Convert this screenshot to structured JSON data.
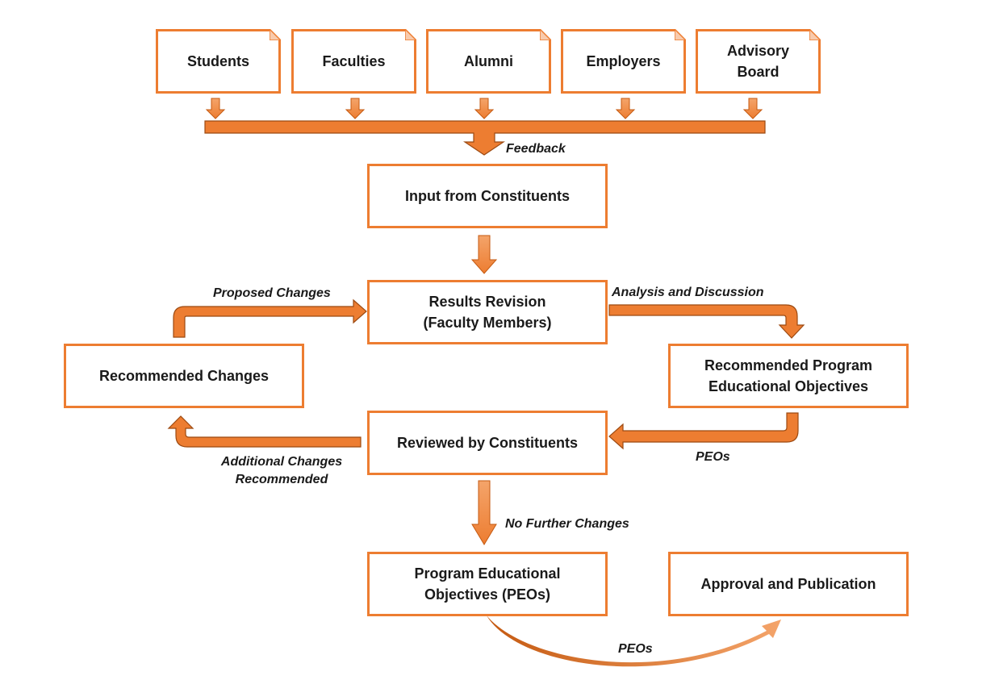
{
  "colors": {
    "accent": "#ED7D31",
    "accent_dark": "#C55A11",
    "text": "#1a1a1a"
  },
  "constituents": [
    {
      "label": "Students"
    },
    {
      "label": "Faculties"
    },
    {
      "label": "Alumni"
    },
    {
      "label": "Employers"
    },
    {
      "label": "Advisory Board"
    }
  ],
  "flow": {
    "feedback_label": "Feedback",
    "input_box": "Input from Constituents",
    "revision_box": "Results Revision\n(Faculty Members)",
    "recommended_changes_box": "Recommended Changes",
    "recommended_peo_box": "Recommended Program\nEducational Objectives",
    "reviewed_box": "Reviewed by Constituents",
    "peo_box": "Program Educational\nObjectives (PEOs)",
    "approval_box": "Approval and Publication"
  },
  "edge_labels": {
    "proposed_changes": "Proposed Changes",
    "analysis_discussion": "Analysis and Discussion",
    "peos_right": "PEOs",
    "additional_changes": "Additional Changes\nRecommended",
    "no_further_changes": "No Further Changes",
    "peos_bottom": "PEOs"
  }
}
